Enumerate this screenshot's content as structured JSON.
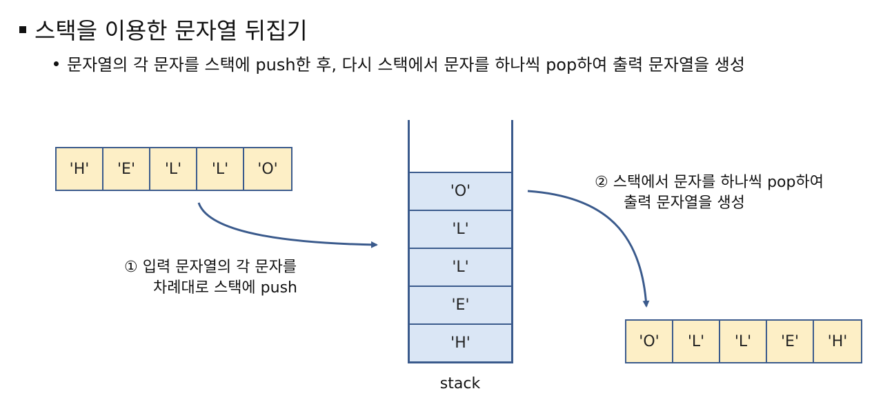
{
  "title": "스택을 이용한 문자열 뒤집기",
  "subtitle": "문자열의 각 문자를 스택에 push한 후, 다시 스택에서 문자를 하나씩 pop하여 출력 문자열을 생성",
  "input_cells": [
    "'H'",
    "'E'",
    "'L'",
    "'L'",
    "'O'"
  ],
  "stack_cells": [
    "'O'",
    "'L'",
    "'L'",
    "'E'",
    "'H'"
  ],
  "stack_label": "stack",
  "output_cells": [
    "'O'",
    "'L'",
    "'L'",
    "'E'",
    "'H'"
  ],
  "note1": {
    "line1": "① 입력 문자열의 각 문자를",
    "line2": "차례대로 스택에 push"
  },
  "note2": {
    "line1": "② 스택에서 문자를 하나씩 pop하여",
    "line2": "출력 문자열을 생성"
  },
  "colors": {
    "border": "#3a5a8c",
    "input_fill": "#fdefc6",
    "stack_fill": "#dae6f5",
    "arrow": "#3a5a8c"
  }
}
